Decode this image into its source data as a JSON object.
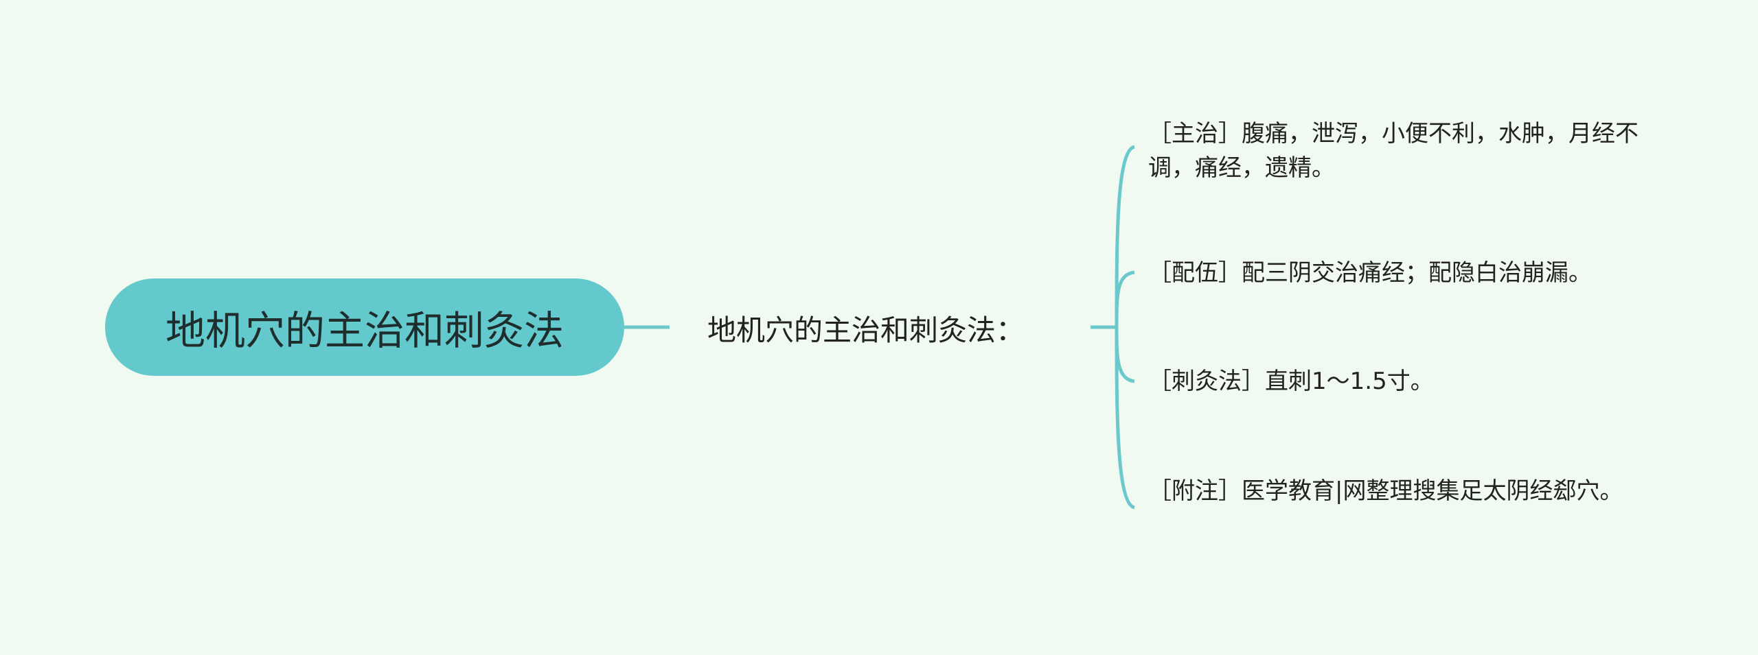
{
  "colors": {
    "background": "#f0faf0",
    "root_fill": "#63c9cc",
    "connector": "#6cc8cc"
  },
  "root": {
    "label": "地机穴的主治和刺灸法"
  },
  "middle": {
    "label": "地机穴的主治和刺灸法："
  },
  "leaves": [
    {
      "label": "［主治］腹痛，泄泻，小便不利，水肿，月经不调，痛经，遗精。"
    },
    {
      "label": "［配伍］配三阴交治痛经；配隐白治崩漏。"
    },
    {
      "label": "［刺灸法］直刺1～1.5寸。"
    },
    {
      "label": "［附注］医学教育|网整理搜集足太阴经郄穴。"
    }
  ]
}
